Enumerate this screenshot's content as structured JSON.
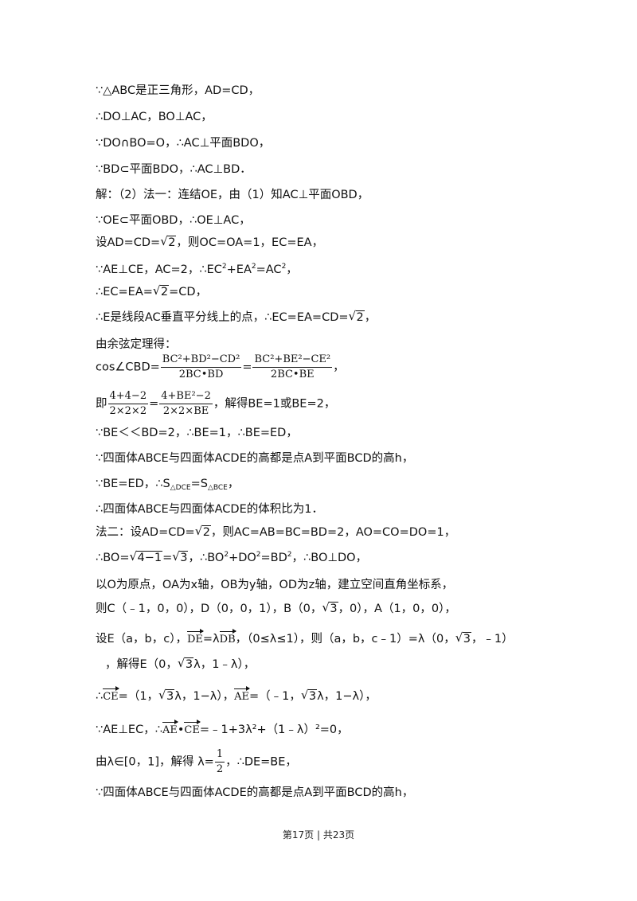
{
  "lines": {
    "l1": "∵△ABC是正三角形，AD=CD，",
    "l2": "∴DO⊥AC，BO⊥AC，",
    "l3": "∵DO∩BO=O，∴AC⊥平面BDO，",
    "l4": "∵BD⊂平面BDO，∴AC⊥BD．",
    "l5": "解：（2）法一：连结OE，由（1）知AC⊥平面OBD，",
    "l6": "∵OE⊂平面OBD，∴OE⊥AC，",
    "l7a": "设AD=CD=",
    "l7r": "2",
    "l7b": "，则OC=OA=1，EC=EA，",
    "l8a": "∵AE⊥CE，AC=2，∴EC",
    "l8b": "2",
    "l8c": "+EA",
    "l8d": "2",
    "l8e": "=AC",
    "l8f": "2",
    "l8g": "，",
    "l9a": "∴EC=EA=",
    "l9r": "2",
    "l9b": "=CD，",
    "l10a": "∴E是线段AC垂直平分线上的点，∴EC=EA=CD=",
    "l10r": "2",
    "l10b": "，",
    "l11": "由余弦定理得：",
    "l12a": "cos∠CBD=",
    "l12f1n": "BC²+BD²−CD²",
    "l12f1d": "2BC•BD",
    "l12eq": "=",
    "l12f2n": "BC²+BE²−CE²",
    "l12f2d": "2BC•BE",
    "l12b": "，",
    "l13a": "即",
    "l13f1n": "4+4−2",
    "l13f1d": "2×2×2",
    "l13eq": "=",
    "l13f2n": "4+BE²−2",
    "l13f2d": "2×2×BE",
    "l13b": "，解得BE=1或BE=2，",
    "l14": "∵BE＜＜BD=2，∴BE=1，∴BE=ED，",
    "l15": "∵四面体ABCE与四面体ACDE的高都是点A到平面BCD的高h，",
    "l16a": "∵BE=ED，∴S",
    "l16b": "△DCE",
    "l16c": "=S",
    "l16d": "△BCE",
    "l16e": "，",
    "l17": "∴四面体ABCE与四面体ACDE的体积比为1．",
    "l18a": "法二：设AD=CD=",
    "l18r": "2",
    "l18b": "，则AC=AB=BC=BD=2，AO=CO=DO=1，",
    "l19a": "∴BO=",
    "l19r1": "4−1",
    "l19m": "=",
    "l19r2": "3",
    "l19b": "，∴BO",
    "l19c": "2",
    "l19d": "+DO",
    "l19e": "2",
    "l19f": "=BD",
    "l19g": "2",
    "l19h": "，∴BO⊥DO，",
    "l20": "以O为原点，OA为x轴，OB为y轴，OD为z轴，建立空间直角坐标系，",
    "l21a": "则C（﹣1，0，0），D（0，0，1），B（0，",
    "l21r": "3",
    "l21b": "，0），A（1，0，0），",
    "l22a": "设E（a，b，c），",
    "l22v1": "DE",
    "l22m": "=λ",
    "l22v2": "DB",
    "l22b": "，（0≤λ≤1），则（a，b，c﹣1）=λ（0，",
    "l22r": "3",
    "l22c": "，﹣1）",
    "l23a": "，解得E（0，",
    "l23r": "3",
    "l23b": "λ，1﹣λ），",
    "l24a": "∴",
    "l24v1": "CE",
    "l24b": "=（1，",
    "l24r1": "3",
    "l24c": "λ，1−λ），",
    "l24v2": "AE",
    "l24d": "=（﹣1，",
    "l24r2": "3",
    "l24e": "λ，1−λ），",
    "l25a": "∵AE⊥EC，∴",
    "l25v1": "AE",
    "l25m": "•",
    "l25v2": "CE",
    "l25b": "=﹣1+3λ²+（1﹣λ）²=0，",
    "l26a": "由λ∈[0，1]，解得 λ=",
    "l26n": "1",
    "l26d": "2",
    "l26b": "，∴DE=BE，",
    "l27": "∵四面体ABCE与四面体ACDE的高都是点A到平面BCD的高h，"
  },
  "footer": "第17页 | 共23页"
}
